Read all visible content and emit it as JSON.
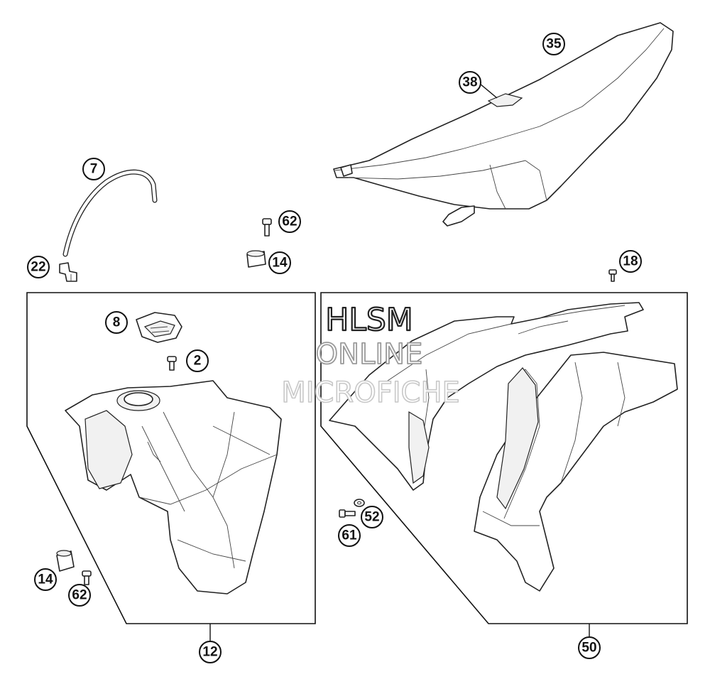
{
  "callouts": {
    "c35": "35",
    "c38": "38",
    "c7": "7",
    "c62_top": "62",
    "c14_top": "14",
    "c22": "22",
    "c18": "18",
    "c8": "8",
    "c2": "2",
    "c14_bottom": "14",
    "c62_bottom": "62",
    "c12": "12",
    "c61": "61",
    "c52": "52",
    "c50": "50"
  },
  "watermark": {
    "line1": "HLSM",
    "line2": "ONLINE",
    "line3": "MICROFICHE"
  },
  "colors": {
    "line": "#111111",
    "background": "#ffffff",
    "watermark_stroke": "#c8c8c8"
  }
}
